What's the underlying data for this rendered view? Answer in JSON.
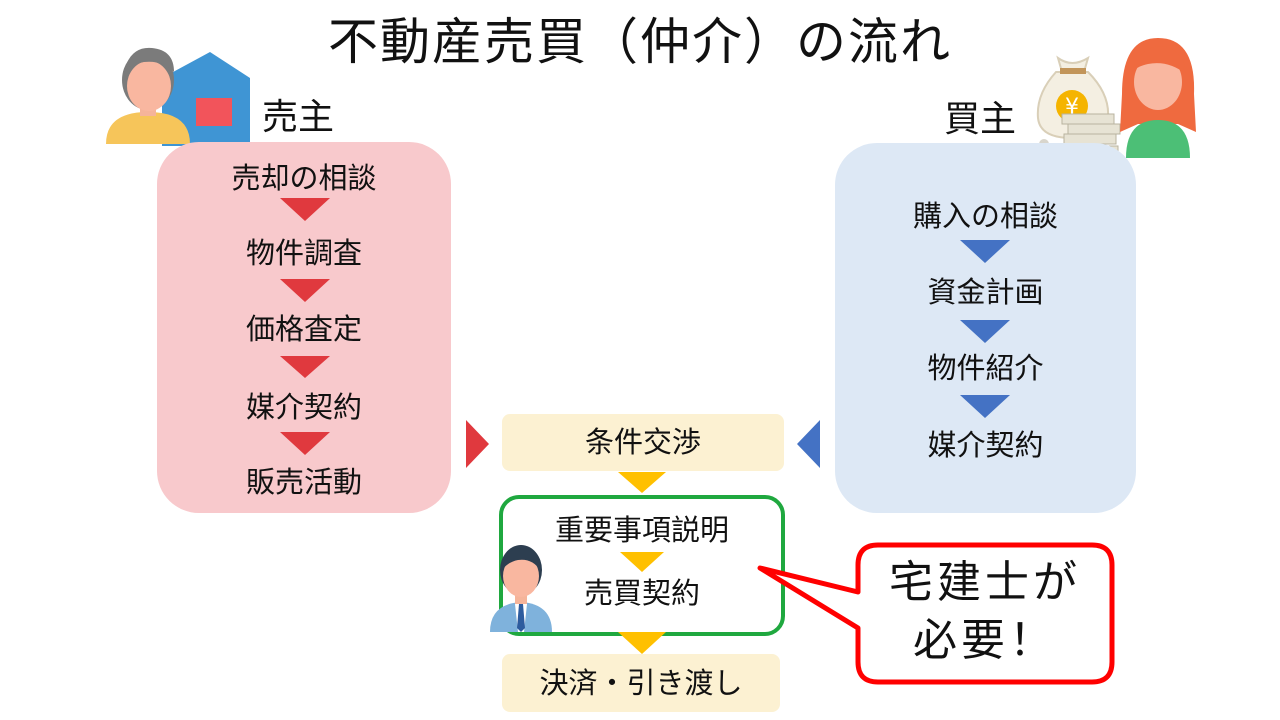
{
  "title": "不動産売買（仲介）の流れ",
  "seller": {
    "label": "売主",
    "steps": [
      "売却の相談",
      "物件調査",
      "価格査定",
      "媒介契約",
      "販売活動"
    ]
  },
  "buyer": {
    "label": "買主",
    "steps": [
      "購入の相談",
      "資金計画",
      "物件紹介",
      "媒介契約"
    ]
  },
  "center": {
    "negotiation": "条件交渉",
    "explanation": "重要事項説明",
    "contract": "売買契約",
    "settlement": "決済・引き渡し"
  },
  "callout": {
    "line1": "宅建士が",
    "line2": "必要！"
  },
  "icons": {
    "seller": "man-with-house-icon",
    "buyer": "woman-with-money-bag-icon",
    "agent": "businessman-icon",
    "money_symbol": "¥"
  },
  "colors": {
    "seller_panel": "#f8c9cc",
    "seller_arrow": "#e0393e",
    "buyer_panel": "#dde8f5",
    "buyer_arrow": "#4472c4",
    "center_box": "#fcf1d2",
    "center_arrow": "#ffc000",
    "contract_border": "#1fa83f",
    "callout_border": "#ff0000"
  }
}
